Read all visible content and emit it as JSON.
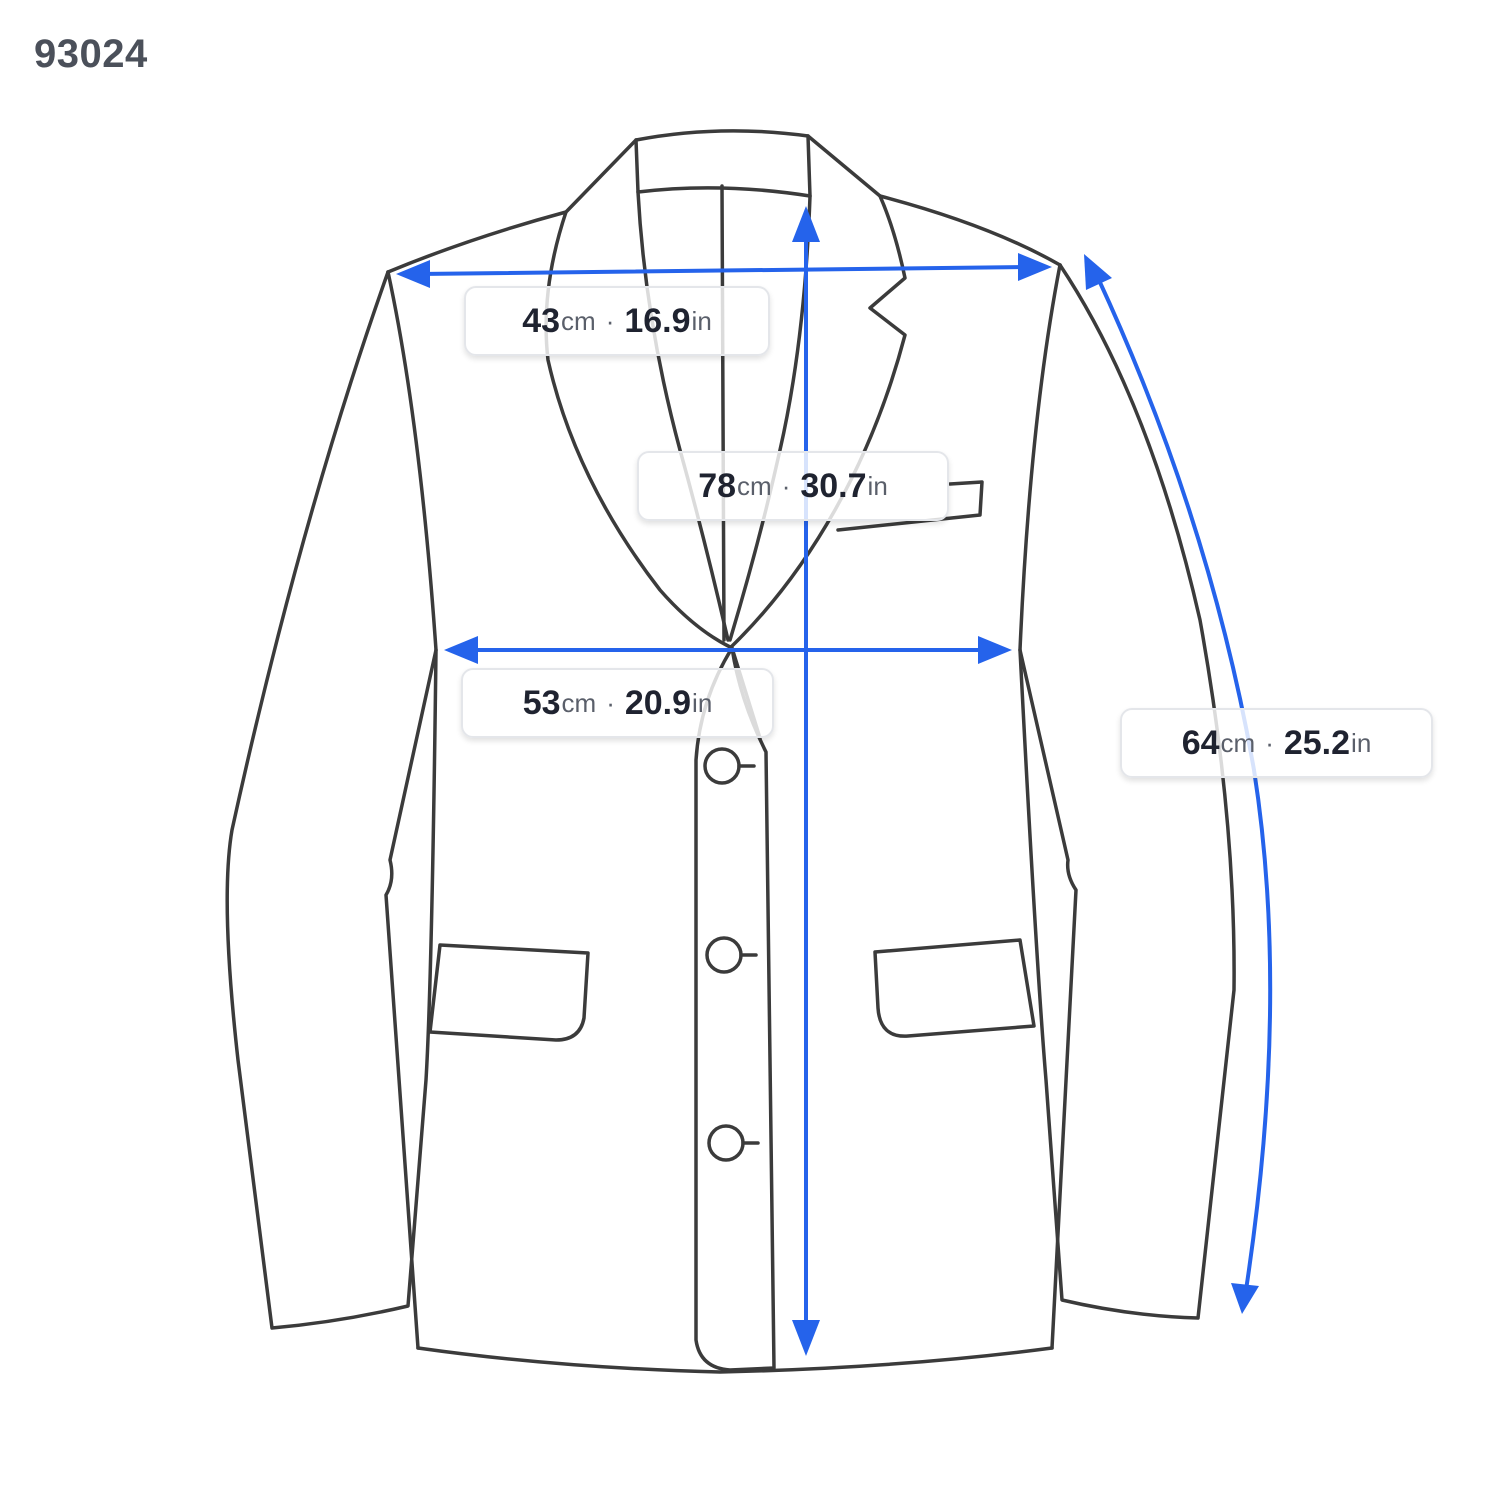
{
  "product_code": "93024",
  "colors": {
    "outline": "#3b3b3b",
    "measure": "#2563eb",
    "label_border": "#e4e6ea"
  },
  "measurements": {
    "shoulder": {
      "cm": "43",
      "in": "16.9",
      "cm_unit": "cm",
      "in_unit": "in",
      "separator": "·"
    },
    "length": {
      "cm": "78",
      "in": "30.7",
      "cm_unit": "cm",
      "in_unit": "in",
      "separator": "·"
    },
    "chest": {
      "cm": "53",
      "in": "20.9",
      "cm_unit": "cm",
      "in_unit": "in",
      "separator": "·"
    },
    "sleeve": {
      "cm": "64",
      "in": "25.2",
      "cm_unit": "cm",
      "in_unit": "in",
      "separator": "·"
    }
  }
}
